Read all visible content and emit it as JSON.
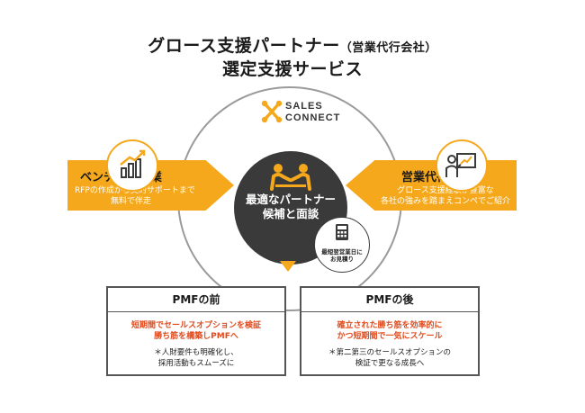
{
  "header": {
    "title_main": "グロース支援パートナー",
    "title_paren": "（営業代行会社）",
    "title_line2": "選定支援サービス"
  },
  "logo": {
    "line1": "SALES",
    "line2": "CONNECT"
  },
  "left_wing": {
    "title": "ベンチャー企業",
    "text_line1": "RFPの作成から契約サポートまで",
    "text_line2": "無料で伴走"
  },
  "right_wing": {
    "title": "営業代行会社",
    "text_line1": "グロース支援経験が豊富な",
    "text_line2": "各社の強みを踏まえコンペでご紹介"
  },
  "center": {
    "line1": "最適なパートナー",
    "line2": "候補と面談"
  },
  "calculator_badge": {
    "line1": "最短翌営業日に",
    "line2": "お見積り"
  },
  "before_box": {
    "heading": "PMFの前",
    "highlight_line1": "短期間でセールスオプションを検証",
    "highlight_line2": "勝ち筋を構築しPMFへ",
    "note_line1": "＊人財要件も明確化し、",
    "note_line2": "採用活動もスムーズに"
  },
  "after_box": {
    "heading": "PMFの後",
    "highlight_line1": "確立された勝ち筋を効率的に",
    "highlight_line2": "かつ短期間で一気にスケール",
    "note_line1": "＊第二第三のセールスオプションの",
    "note_line2": "検証で更なる成長へ"
  },
  "colors": {
    "accent": "#f5a81c",
    "dark": "#3a3a3a",
    "highlight": "#e24a1c"
  },
  "icons": {
    "left": "rising-chart-icon",
    "right": "presenter-icon",
    "center": "handshake-meeting-icon",
    "badge": "calculator-icon",
    "logo": "sales-connect-logo"
  }
}
